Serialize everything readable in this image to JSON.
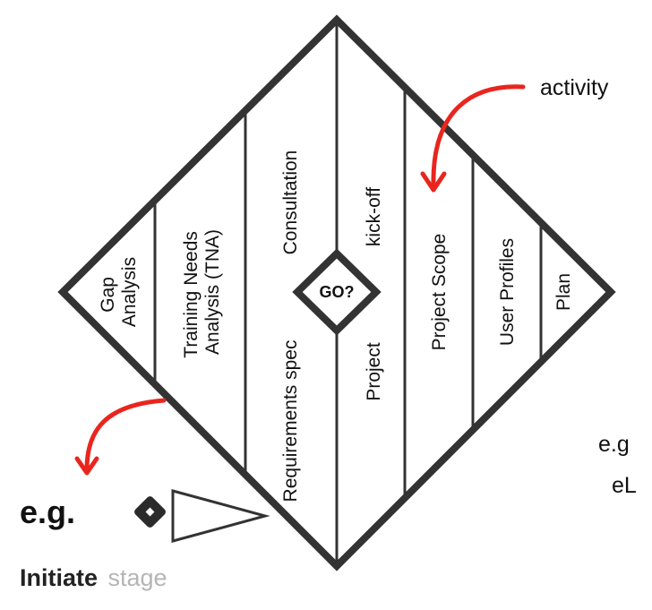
{
  "diagram": {
    "columns": [
      {
        "id": "gap-analysis",
        "lines": [
          "Gap",
          "Analysis"
        ]
      },
      {
        "id": "tna",
        "lines": [
          "Training Needs",
          "Analysis (TNA)"
        ]
      },
      {
        "id": "requirements",
        "top": "Consultation",
        "bottom": "Requirements spec"
      },
      {
        "id": "project-kickoff",
        "top": "kick-off",
        "bottom": "Project"
      },
      {
        "id": "project-scope",
        "lines": [
          "Project Scope"
        ]
      },
      {
        "id": "user-profiles",
        "lines": [
          "User Profiles"
        ]
      },
      {
        "id": "plan",
        "lines": [
          "Plan"
        ]
      }
    ],
    "gate_label": "GO?"
  },
  "annotations": {
    "activity": "activity",
    "eg_right_line1": "e.g",
    "eg_right_line2": "eL",
    "eg_left": "e.g.",
    "stage_name": "Initiate",
    "stage_word": "stage"
  },
  "colors": {
    "line": "#333333",
    "arrow": "#e8261e",
    "muted_text": "#b5b5b5"
  }
}
